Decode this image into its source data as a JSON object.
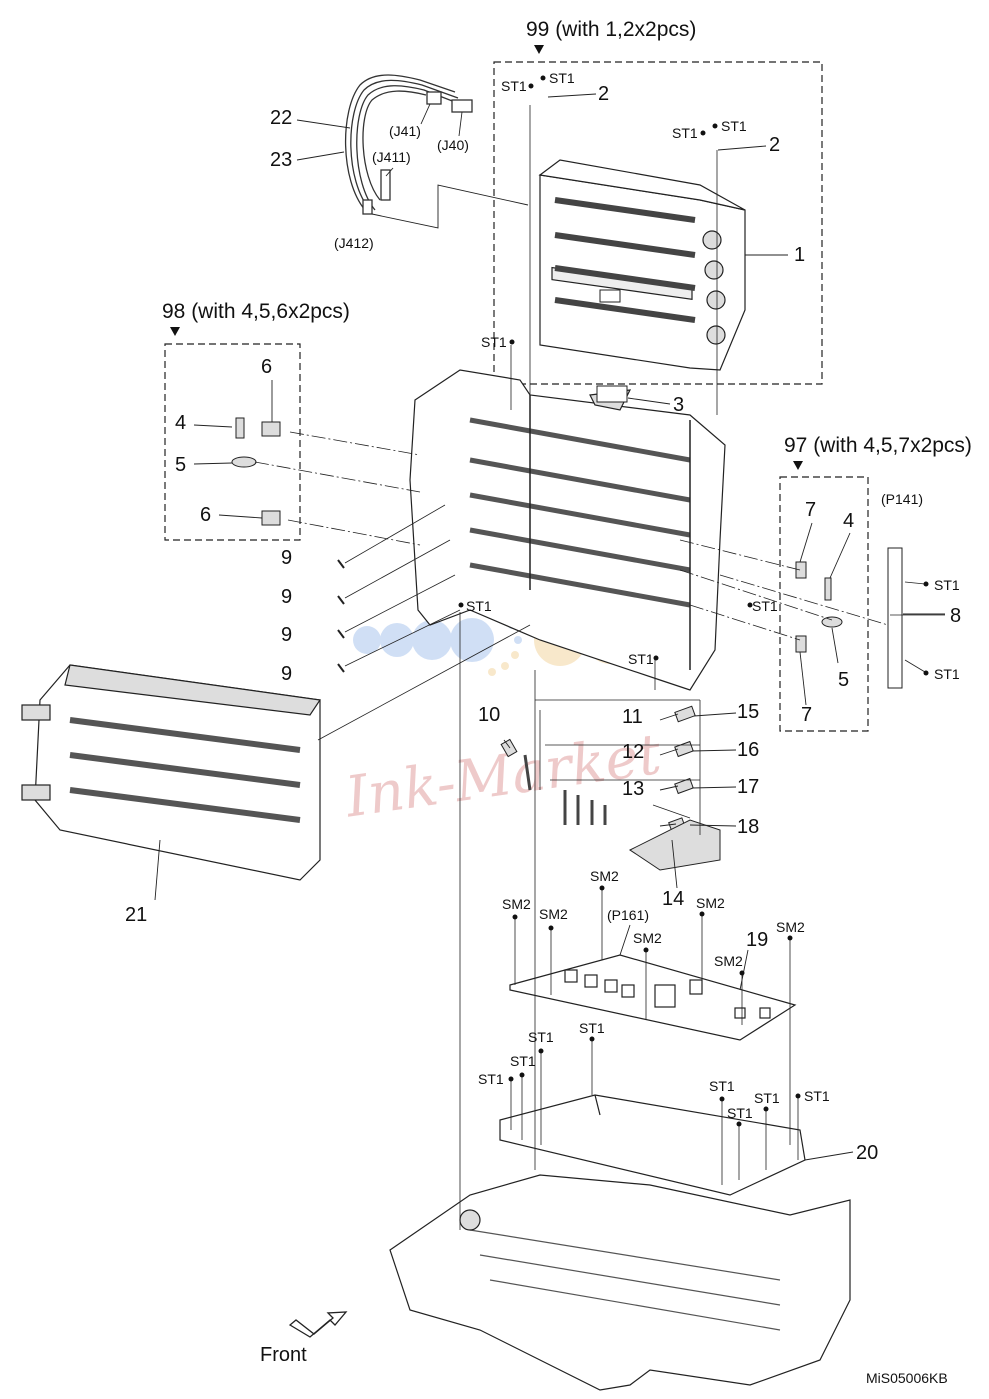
{
  "groups": {
    "g99": "99 (with 1,2x2pcs)",
    "g98": "98 (with 4,5,6x2pcs)",
    "g97": "97 (with 4,5,7x2pcs)"
  },
  "connectors": {
    "j41": "(J41)",
    "j40": "(J40)",
    "j411": "(J411)",
    "j412": "(J412)",
    "p141": "(P141)",
    "p161": "(P161)"
  },
  "parts": {
    "p1": "1",
    "p2": "2",
    "p3": "3",
    "p4": "4",
    "p5": "5",
    "p6": "6",
    "p7": "7",
    "p8": "8",
    "p9": "9",
    "p10": "10",
    "p11": "11",
    "p12": "12",
    "p13": "13",
    "p14": "14",
    "p15": "15",
    "p16": "16",
    "p17": "17",
    "p18": "18",
    "p19": "19",
    "p20": "20",
    "p21": "21",
    "p22": "22",
    "p23": "23"
  },
  "screws": {
    "st1": "ST1",
    "sm2": "SM2"
  },
  "front_label": "Front",
  "figure_code": "MiS05006KB",
  "watermark": "Ink-Market",
  "colors": {
    "line": "#1a1a1a",
    "watermark": "#e8b4b4",
    "dots_blue": "#aac6ee",
    "dots_orange": "#f3d6a2"
  }
}
